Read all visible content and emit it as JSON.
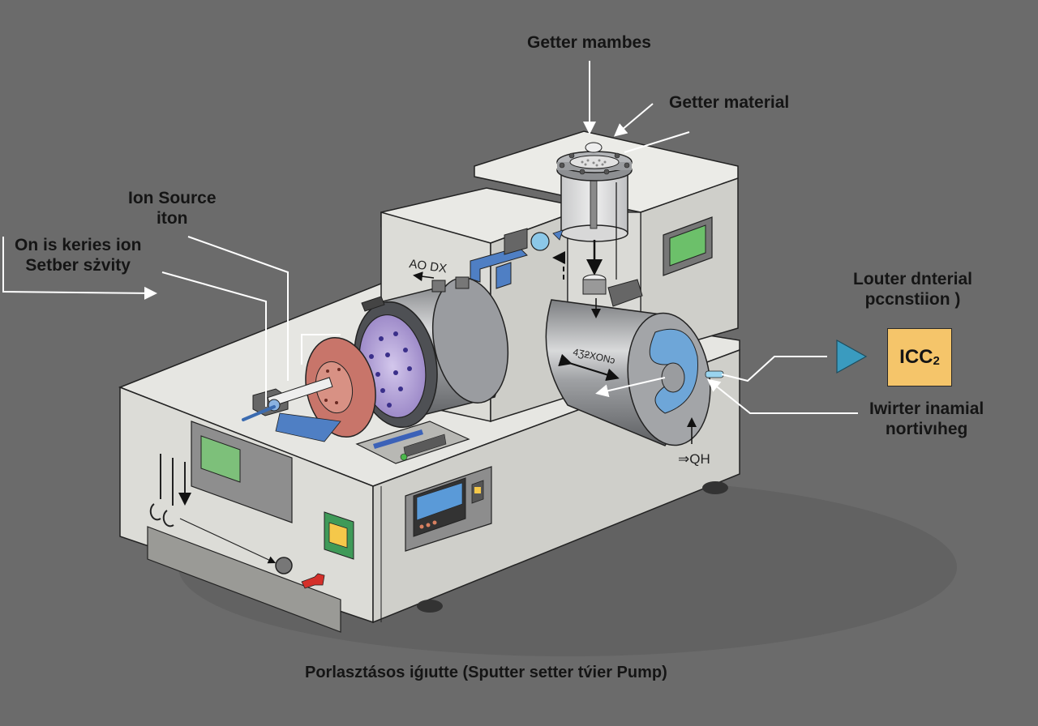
{
  "diagram": {
    "title": "Porlasztásos iǵıutte (Sputter setter tv́ier Pump)",
    "labels": {
      "getter_mambes": "Getter mambes",
      "getter_material": "Getter material",
      "ion_source": [
        "Ion Source",
        "iton"
      ],
      "on_is_keries": [
        "On is keries ion",
        "Setber sżvity"
      ],
      "louter_dnterial": [
        "Louter dnterial",
        "pccnstiion )"
      ],
      "iwirter_inamial": [
        "Iwirter inamial",
        "nortivıheg"
      ]
    },
    "output_box": {
      "main": "ICC",
      "subscript": "2"
    },
    "device_markings": {
      "ao_dx": "AO DX",
      "cylinder_text": "4ƷƻXONↄ",
      "qh_label": "⇒QH"
    },
    "colors": {
      "background": "#6b6b6b",
      "body": "#e3e3df",
      "body_shade": "#c9c9c4",
      "metal": "#a9abad",
      "copper_disk": "#c8756a",
      "plasma": "#b7a6d8",
      "blue_accent": "#4f7fc4",
      "output_box": "#f5c56a",
      "triangle": "#3a9bbf",
      "screen_green": "#7dc07a",
      "indicator_yellow": "#f5c84a",
      "indicator_green_panel": "#3f9a58",
      "knob_red": "#d4302a",
      "leader_line": "#ffffff"
    }
  }
}
